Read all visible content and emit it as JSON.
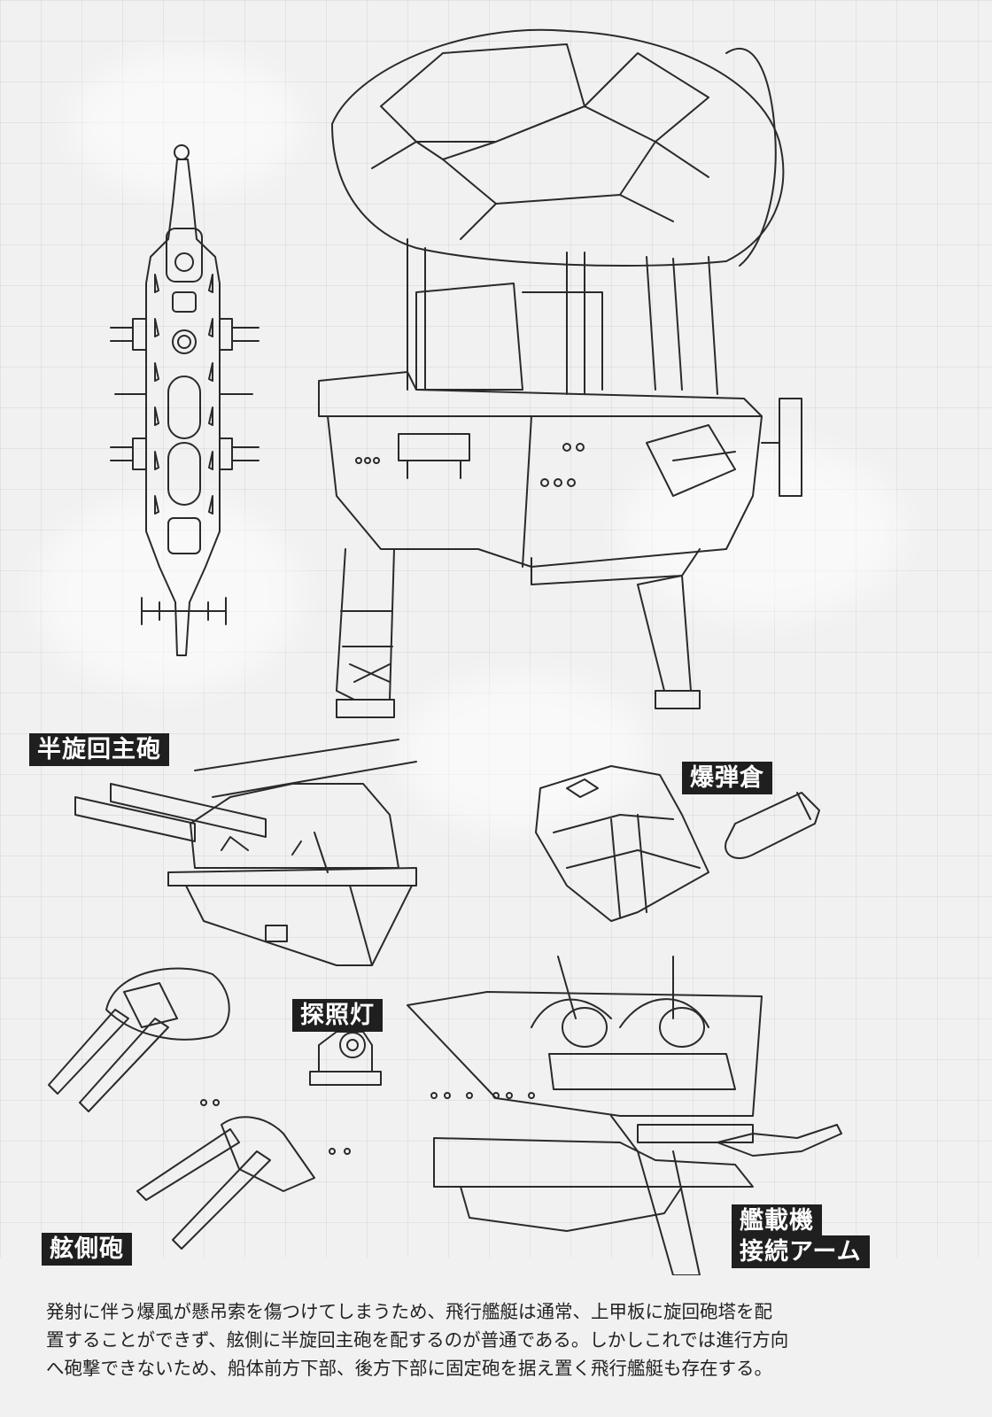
{
  "labels": {
    "main_gun": "半旋回主砲",
    "bomb_bay": "爆弾倉",
    "searchlight": "探照灯",
    "side_gun": "舷側砲",
    "carrier_arm_line1": "艦載機",
    "carrier_arm_line2": "接続アーム"
  },
  "caption": {
    "line1": "発射に伴う爆風が懸吊索を傷つけてしまうため、飛行艦艇は通常、上甲板に旋回砲塔を配",
    "line2": "置することができず、舷側に半旋回主砲を配するのが普通である。しかしこれでは進行方向",
    "line3": "へ砲撃できないため、船体前方下部、後方下部に固定砲を据え置く飛行艦艇も存在する。"
  }
}
